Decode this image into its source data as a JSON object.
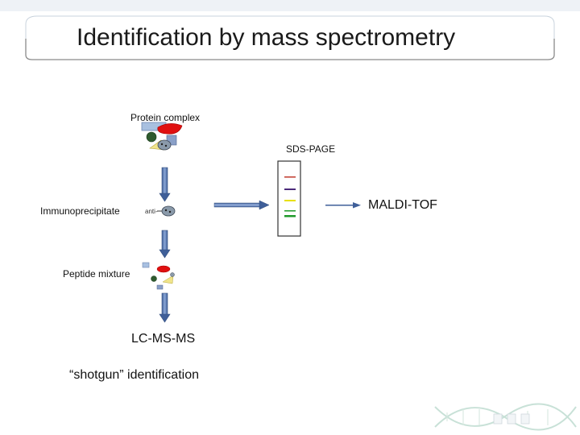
{
  "title": "Identification by mass spectrometry",
  "labels": {
    "protein_complex": "Protein complex",
    "sds_page": "SDS-PAGE",
    "immunoprecipitate": "Immunoprecipitate",
    "anti": "anti-",
    "maldi_tof": "MALDI-TOF",
    "peptide_mixture": "Peptide mixture",
    "lc_ms_ms": "LC-MS-MS",
    "shotgun": "“shotgun” identification"
  },
  "colors": {
    "title_frame": "#b9c9d8",
    "arrow_blue": "#4d6fa8",
    "band_red": "#c0392b",
    "band_purple": "#4b2a7a",
    "band_yellow": "#e8e000",
    "band_green": "#1f9a2a",
    "protein_red": "#e01010",
    "protein_green": "#2e5a2e",
    "protein_yellow": "#f0e48a",
    "protein_blue": "#8aa0c8",
    "protein_lightblue": "#a8c0e0"
  },
  "icons": [
    "dna-helix-logo"
  ]
}
